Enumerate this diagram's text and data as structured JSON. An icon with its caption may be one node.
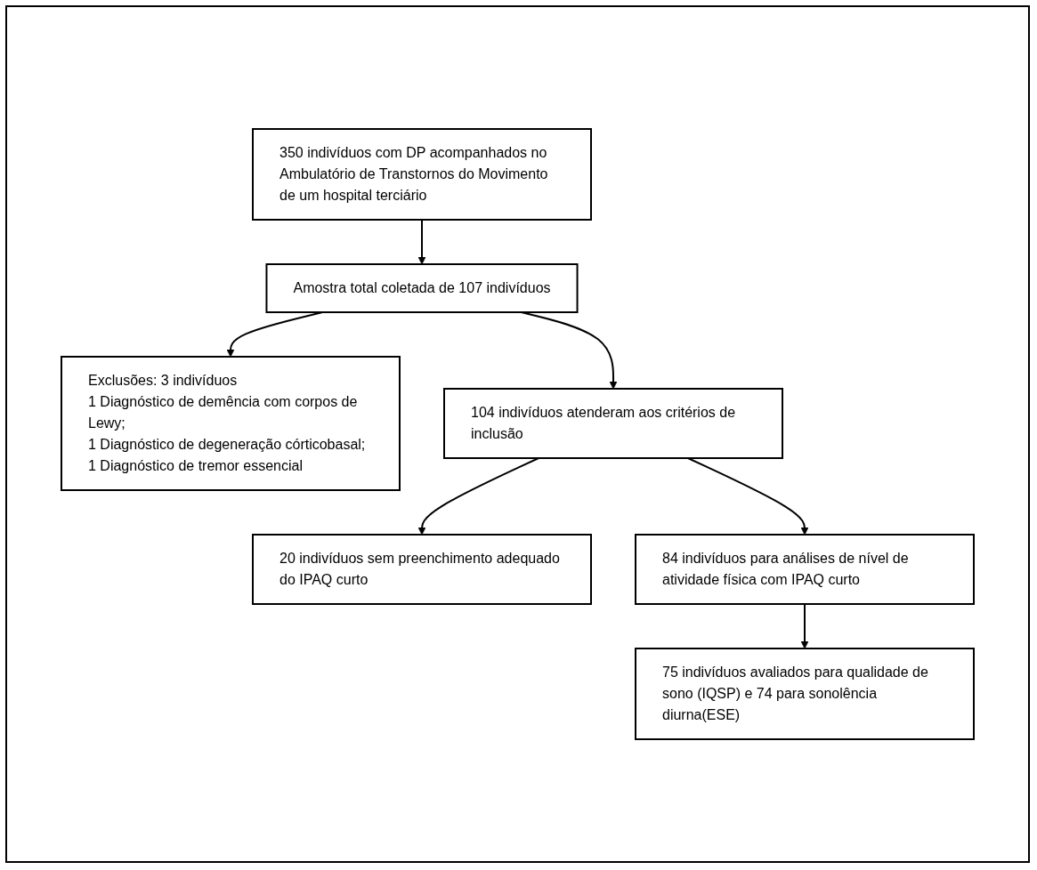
{
  "diagram": {
    "nodes": [
      {
        "text": [
          "350 indivíduos com DP acompanhados no Ambulatório de Transtornos do Movimento de um hospital terciário"
        ]
      },
      {
        "text": [
          "Amostra total coletada de 107 indivíduos"
        ]
      },
      {
        "text": [
          "Exclusões: 3 indivíduos",
          "1 Diagnóstico de demência com corpos de Lewy;",
          "1 Diagnóstico de degeneração córticobasal;",
          "1 Diagnóstico de tremor essencial"
        ]
      },
      {
        "text": [
          "104 indivíduos atenderam aos critérios de inclusão"
        ]
      },
      {
        "text": [
          "20 indivíduos sem preenchimento adequado do IPAQ curto"
        ]
      },
      {
        "text": [
          "84 indivíduos para análises de nível de atividade física com IPAQ curto"
        ]
      },
      {
        "text": [
          "75 indivíduos avaliados para qualidade de sono (IQSP) e 74 para sonolência diurna(ESE)"
        ]
      }
    ],
    "edges": [
      {
        "from": 0,
        "to": 1,
        "arrow": "to"
      },
      {
        "from": 1,
        "to": 3,
        "arrow": "to"
      },
      {
        "from": 1,
        "to": 2,
        "arrow": "to"
      },
      {
        "from": 3,
        "to": 5,
        "arrow": "to"
      },
      {
        "from": 3,
        "to": 4,
        "arrow": "to"
      },
      {
        "from": 5,
        "to": 6,
        "arrow": "to"
      }
    ]
  }
}
